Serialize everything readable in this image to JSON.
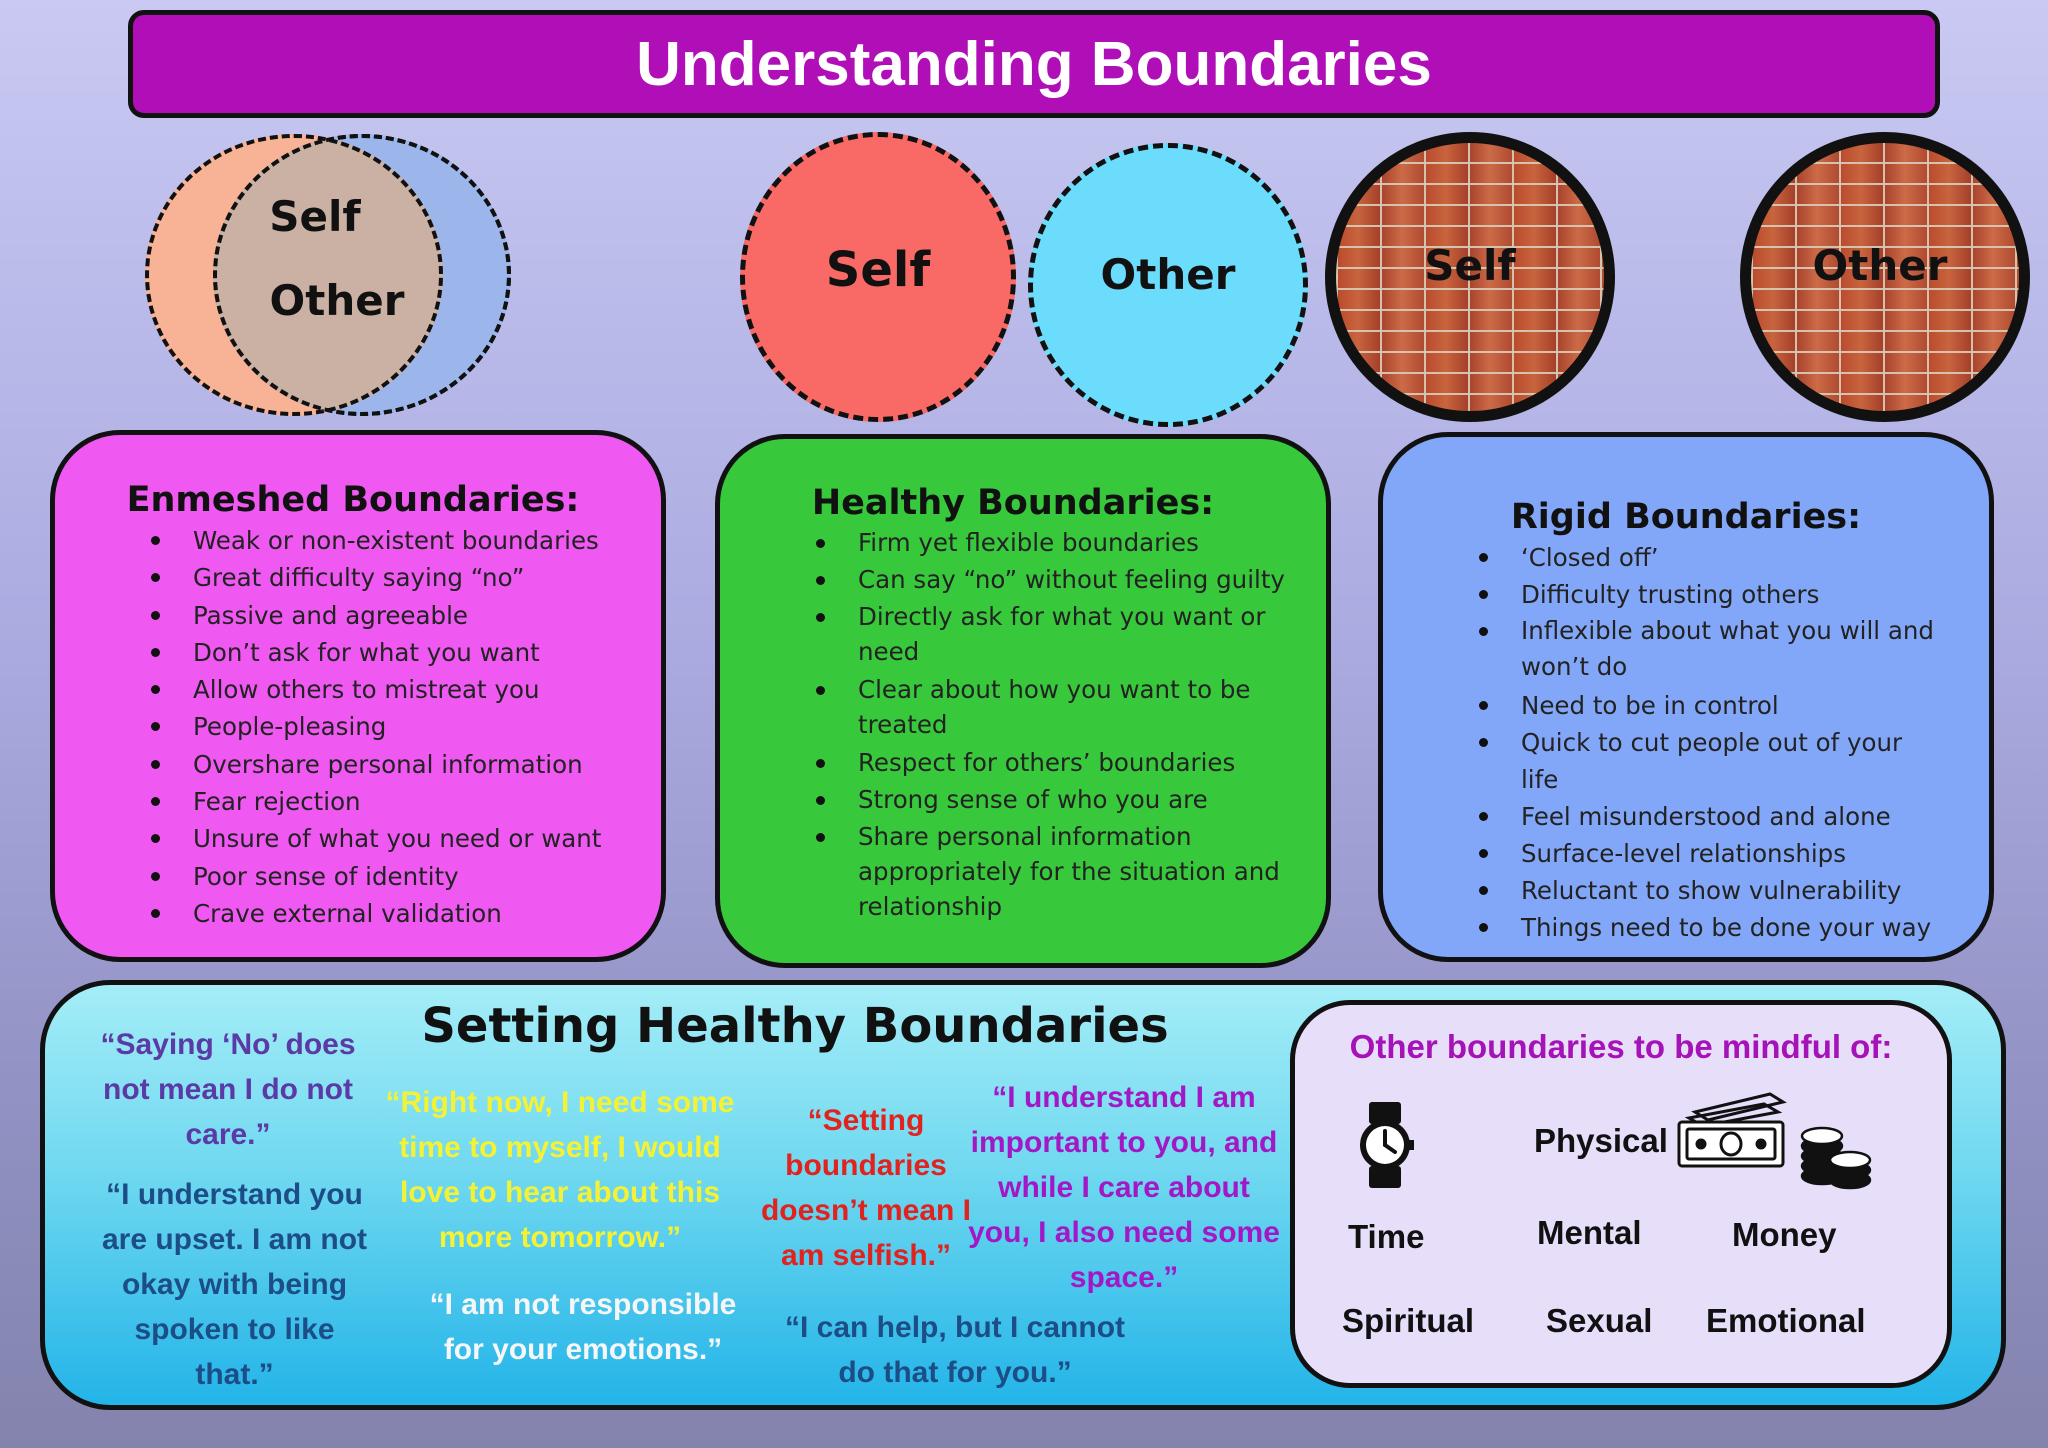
{
  "title": "Understanding Boundaries",
  "circles": {
    "enmeshed": {
      "self": "Self",
      "other": "Other"
    },
    "healthy": {
      "self": "Self",
      "other": "Other"
    },
    "rigid": {
      "self": "Self",
      "other": "Other"
    }
  },
  "enmeshed": {
    "heading": "Enmeshed Boundaries:",
    "items": [
      "Weak or non-existent boundaries",
      "Great difficulty saying “no”",
      "Passive and agreeable",
      "Don’t ask for what you want",
      "Allow others to mistreat you",
      "People-pleasing",
      "Overshare personal information",
      "Fear rejection",
      "Unsure of what you need or want",
      "Poor sense of identity",
      "Crave external validation"
    ]
  },
  "healthy": {
    "heading": "Healthy Boundaries:",
    "items": [
      "Firm yet flexible boundaries",
      "Can say “no” without feeling guilty",
      "Directly ask for what you want or need",
      "Clear about how you want to be treated",
      "Respect for others’ boundaries",
      "Strong sense of who you are",
      "Share personal information appropriately for the situation and relationship"
    ]
  },
  "rigid": {
    "heading": "Rigid Boundaries:",
    "items": [
      "‘Closed off’",
      "Difficulty trusting others",
      "Inflexible about what you will and won’t do",
      "Need to be in control",
      "Quick to cut people out of your life",
      "Feel misunderstood and alone",
      "Surface-level relationships",
      "Reluctant to show vulnerability",
      "Things need to be done your way"
    ]
  },
  "setting": {
    "heading": "Setting Healthy Boundaries",
    "quotes": [
      "“Saying ‘No’ does not mean I do not care.”",
      "“I understand you are upset. I am not okay with being spoken to like that.”",
      "“Right now, I need some time to myself, I would love to hear about this more tomorrow.”",
      "“I am not responsible for your emotions.”",
      "“Setting boundaries doesn’t mean I am selfish.”",
      "“I understand I am important to you, and while I care about you, I also need some space.”",
      "“I can help, but I cannot do that for you.”"
    ]
  },
  "mindful": {
    "heading": "Other boundaries to be mindful of:",
    "labels": [
      "Physical",
      "Time",
      "Mental",
      "Money",
      "Spiritual",
      "Sexual",
      "Emotional"
    ]
  },
  "colors": {
    "title_bg": "#b00fb8",
    "enmeshed_bg": "#f058f2",
    "healthy_bg": "#37c93b",
    "rigid_bg": "#83a7f8",
    "self_healthy": "#f96a66",
    "other_healthy": "#6bdcfc",
    "mindful_heading": "#a512b8"
  },
  "icons": [
    "watch-icon",
    "banknote-icon",
    "coins-icon"
  ]
}
